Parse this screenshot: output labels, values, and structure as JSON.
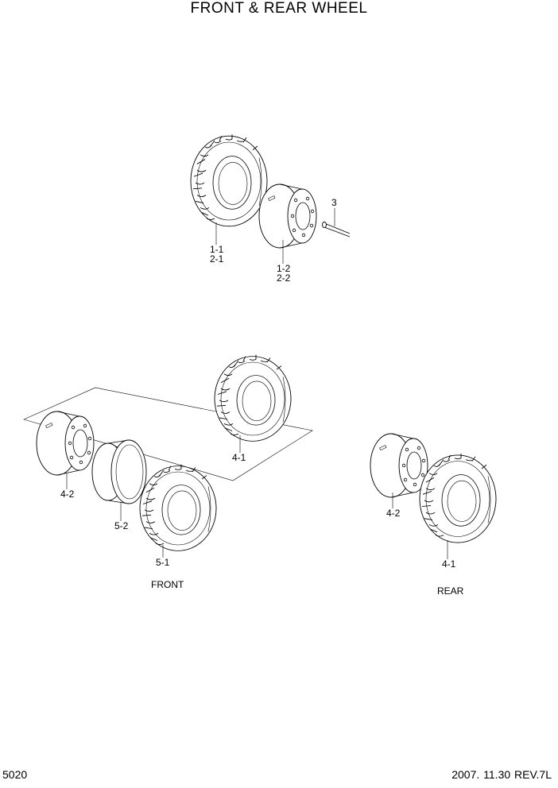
{
  "title": "FRONT & REAR WHEEL",
  "page_number": "5020",
  "revision": "2007. 11.30  REV.7L",
  "captions": {
    "front": "FRONT",
    "rear": "REAR"
  },
  "callouts": {
    "top_tire_a": "1-1",
    "top_tire_b": "2-1",
    "top_rim_a": "1-2",
    "top_rim_b": "2-2",
    "top_bolt": "3",
    "front_rim": "4-2",
    "front_ring": "5-2",
    "front_tire": "5-1",
    "front_back_tire": "4-1",
    "rear_rim": "4-2",
    "rear_tire": "4-1"
  }
}
